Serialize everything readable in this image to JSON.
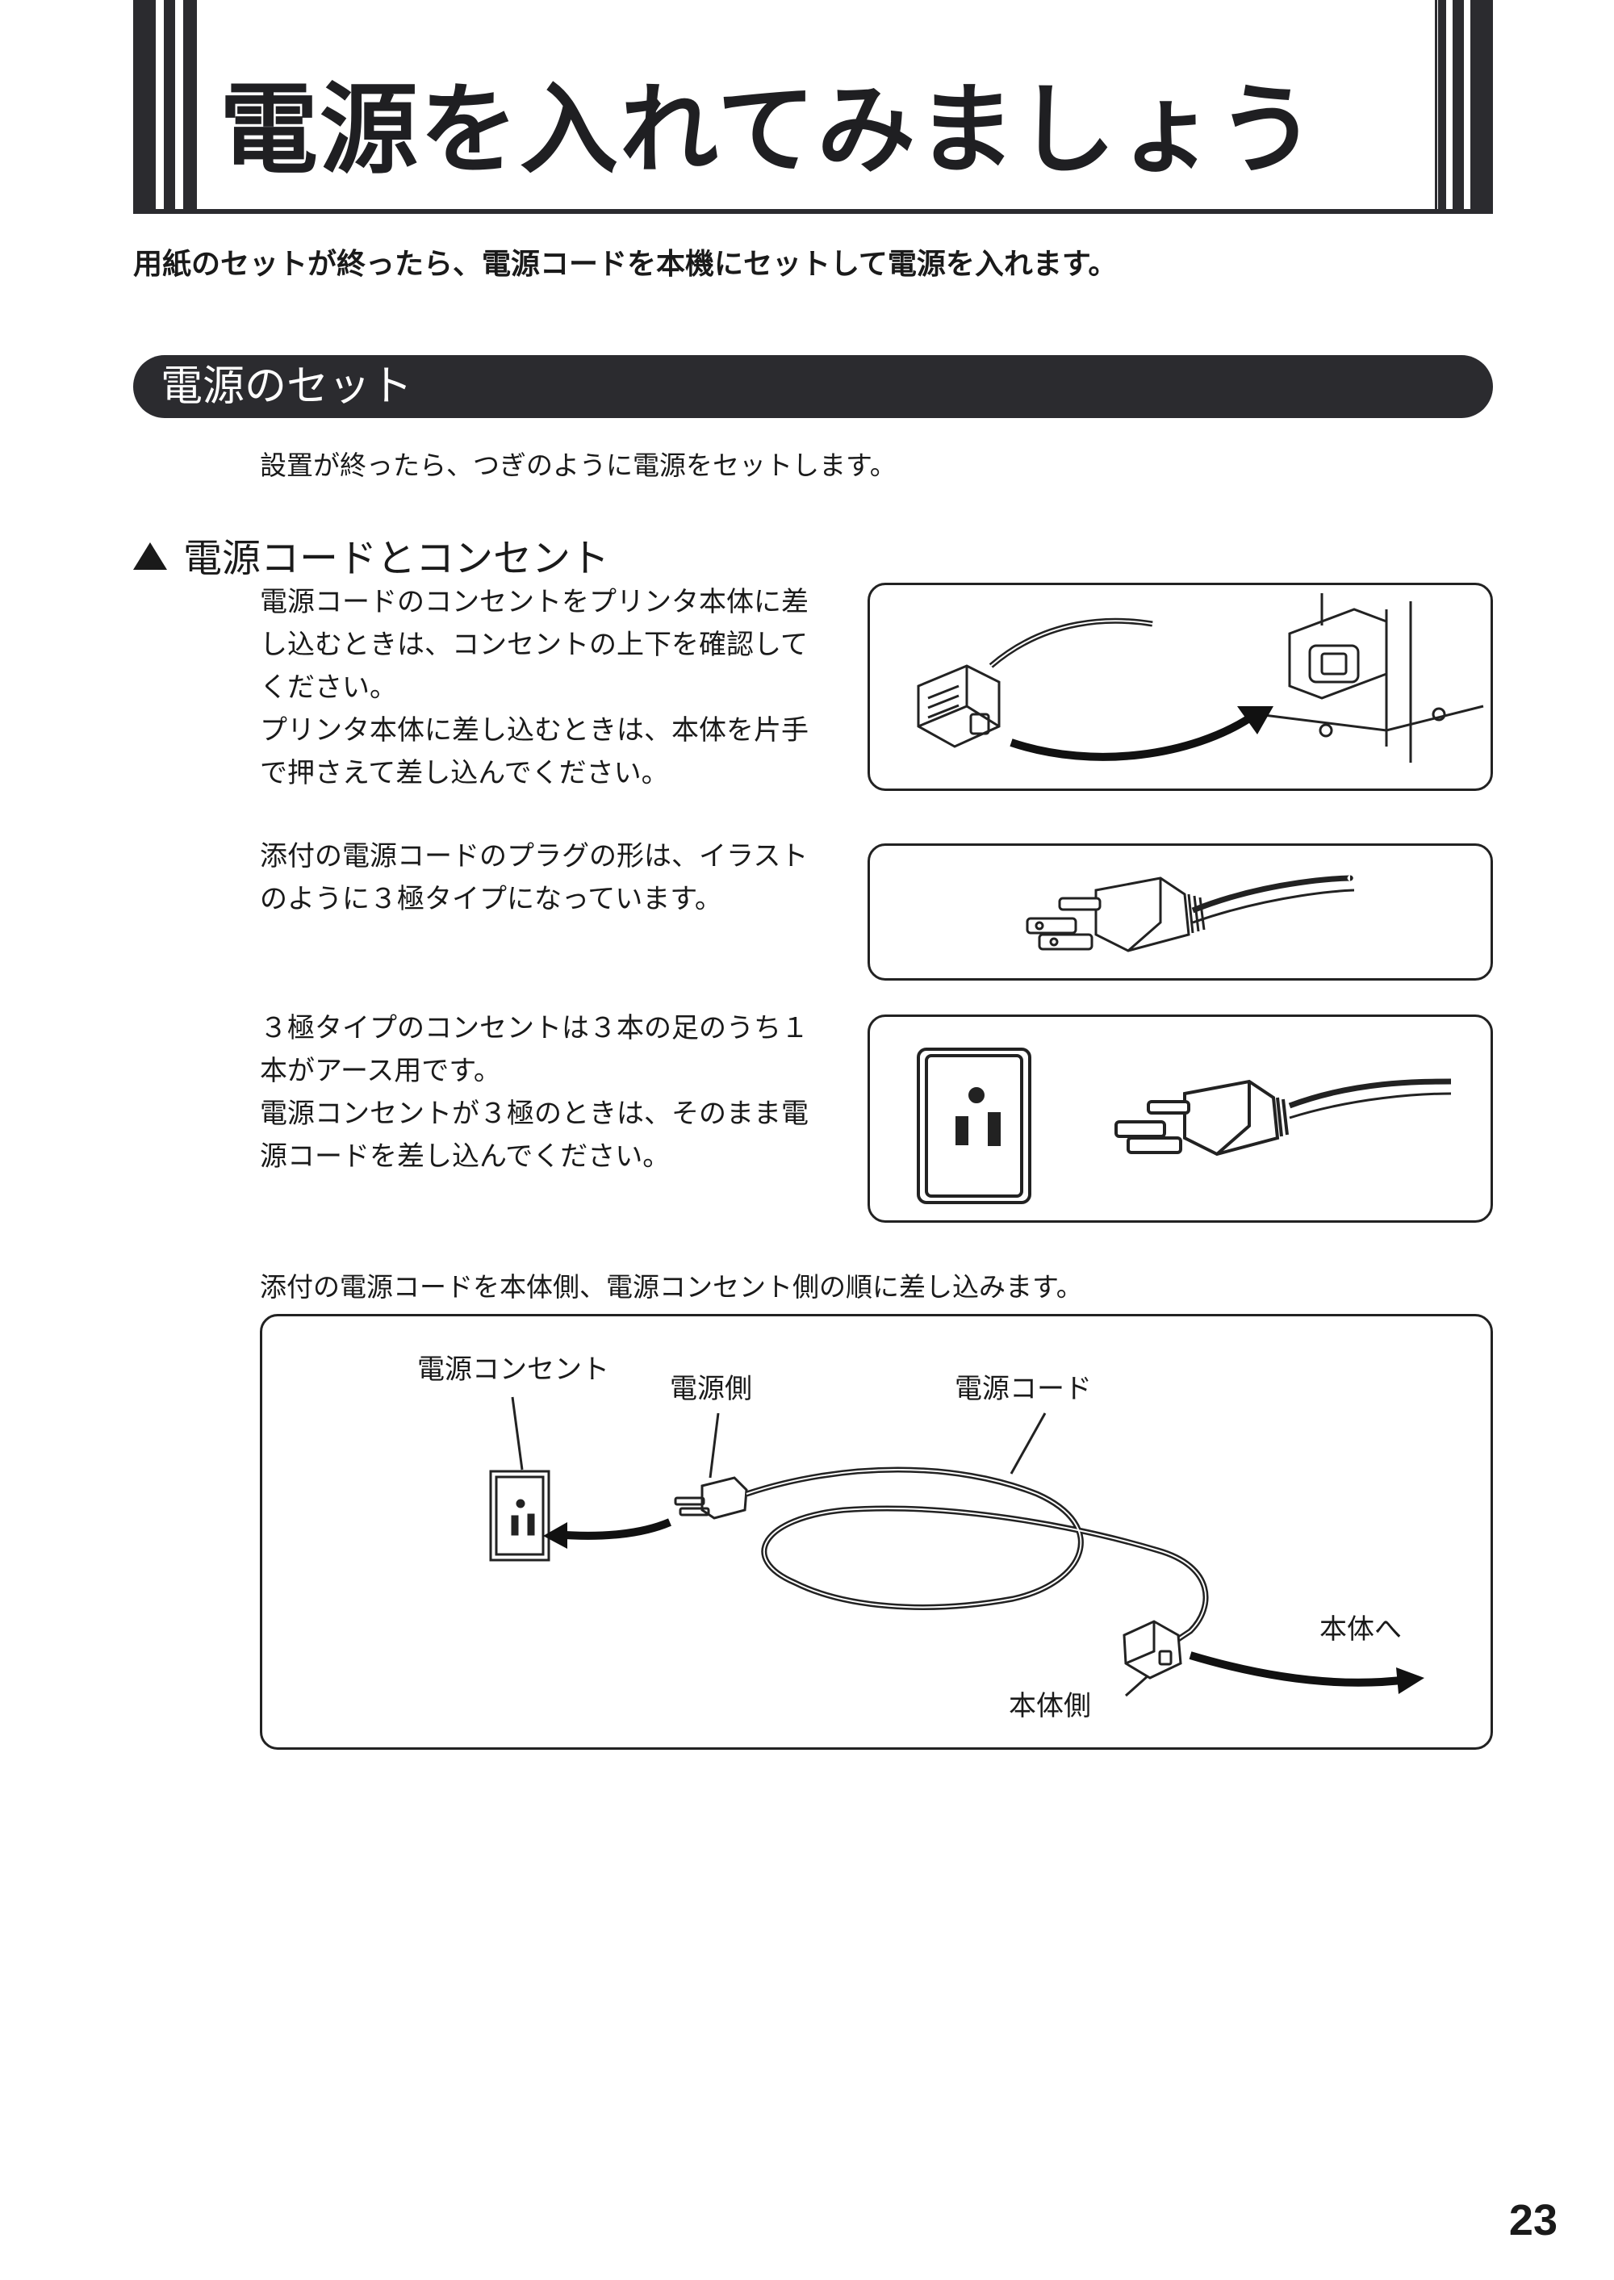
{
  "page": {
    "title": "電源を入れてみましょう",
    "intro": "用紙のセットが終ったら、電源コードを本機にセットして電源を入れます。",
    "page_number": "23"
  },
  "section": {
    "title": "電源のセット",
    "lead": "設置が終ったら、つぎのように電源をセットします。",
    "subheading": "電源コードとコンセント",
    "paragraphs": [
      "電源コードのコンセントをプリンタ本体に差\nし込むときは、コンセントの上下を確認して\nください。\nプリンタ本体に差し込むときは、本体を片手\nで押さえて差し込んでください。",
      "添付の電源コードのプラグの形は、イラスト\nのように３極タイプになっています。",
      "３極タイプのコンセントは３本の足のうち１\n本がアース用です。\n電源コンセントが３極のときは、そのまま電\n源コードを差し込んでください。"
    ],
    "final_lead": "添付の電源コードを本体側、電源コンセント側の順に差し込みます。",
    "diagram_labels": {
      "outlet": "電源コンセント",
      "power_side": "電源側",
      "cord": "電源コード",
      "to_unit": "本体へ",
      "unit_side": "本体側"
    }
  },
  "icons": {
    "bullet": "triangle-up-icon",
    "fig1": "power-inlet-connector-icon",
    "fig2": "three-prong-plug-icon",
    "fig3": "wall-outlet-and-plug-icon",
    "fig4": "power-cord-connection-diagram"
  },
  "colors": {
    "dark": "#2b2b2f",
    "text": "#1a1a1a",
    "background": "#ffffff"
  }
}
